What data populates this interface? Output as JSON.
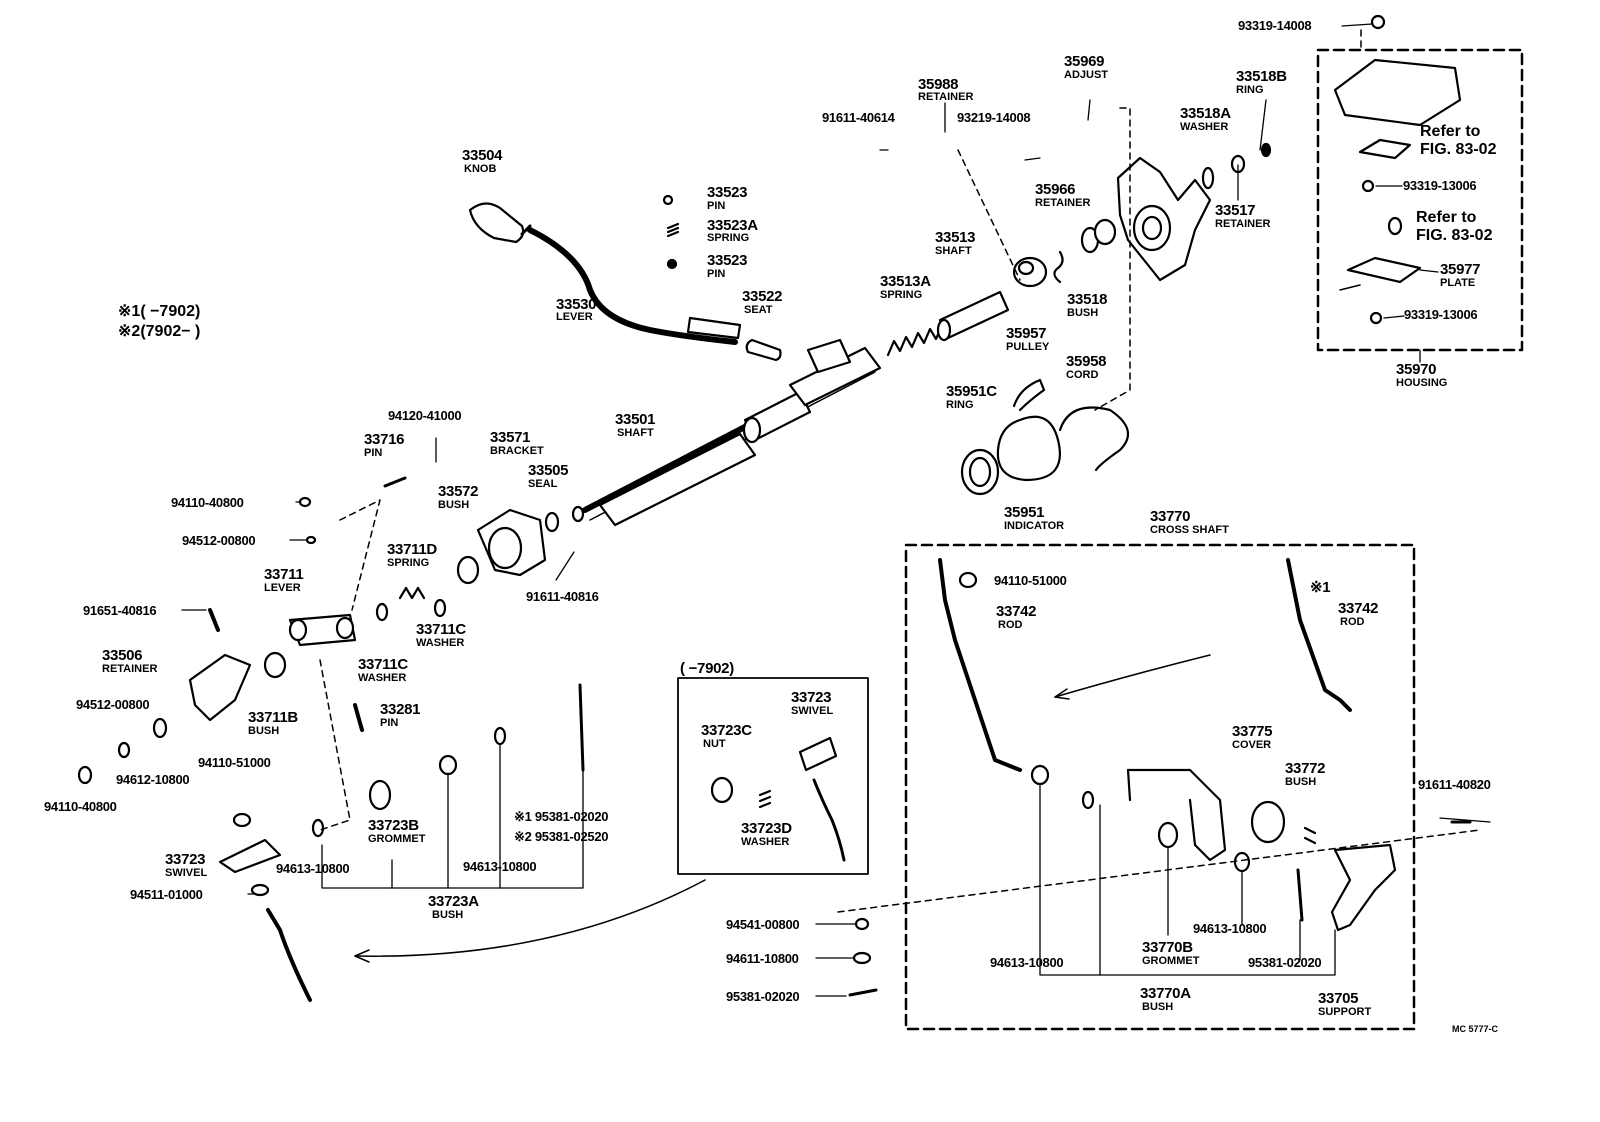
{
  "legend": {
    "l1_mark": "※1",
    "l1_text": "( −7902)",
    "l2_mark": "※2",
    "l2_text": "(7902− )"
  },
  "parts": {
    "p33504": {
      "pn": "33504",
      "name": "KNOB"
    },
    "p33530": {
      "pn": "33530",
      "name": "LEVER"
    },
    "p33523a": {
      "pn": "33523",
      "name": "PIN"
    },
    "p33523A": {
      "pn": "33523A",
      "name": "SPRING"
    },
    "p33523b": {
      "pn": "33523",
      "name": "PIN"
    },
    "p33522": {
      "pn": "33522",
      "name": "SEAT"
    },
    "p35988": {
      "pn": "35988",
      "name": "RETAINER"
    },
    "p91611_40614": {
      "pn": "91611-40614"
    },
    "p93219_14008": {
      "pn": "93219-14008"
    },
    "p35969": {
      "pn": "35969",
      "name": "ADJUST"
    },
    "p35966": {
      "pn": "35966",
      "name": "RETAINER"
    },
    "p33518A": {
      "pn": "33518A",
      "name": "WASHER"
    },
    "p33518B": {
      "pn": "33518B",
      "name": "RING"
    },
    "p33517": {
      "pn": "33517",
      "name": "RETAINER"
    },
    "p33518": {
      "pn": "33518",
      "name": "BUSH"
    },
    "p33513": {
      "pn": "33513",
      "name": "SHAFT"
    },
    "p33513A": {
      "pn": "33513A",
      "name": "SPRING"
    },
    "p35957": {
      "pn": "35957",
      "name": "PULLEY"
    },
    "p35958": {
      "pn": "35958",
      "name": "CORD"
    },
    "p35951C": {
      "pn": "35951C",
      "name": "RING"
    },
    "p35951": {
      "pn": "35951",
      "name": "INDICATOR"
    },
    "p33501": {
      "pn": "33501",
      "name": "SHAFT"
    },
    "p33571": {
      "pn": "33571",
      "name": "BRACKET"
    },
    "p33505": {
      "pn": "33505",
      "name": "SEAL"
    },
    "p33572": {
      "pn": "33572",
      "name": "BUSH"
    },
    "p94120_41000": {
      "pn": "94120-41000"
    },
    "p33716": {
      "pn": "33716",
      "name": "PIN"
    },
    "p94110_40800a": {
      "pn": "94110-40800"
    },
    "p94512_00800a": {
      "pn": "94512-00800"
    },
    "p91611_40816": {
      "pn": "91611-40816"
    },
    "p33711D": {
      "pn": "33711D",
      "name": "SPRING"
    },
    "p33711": {
      "pn": "33711",
      "name": "LEVER"
    },
    "p91651_40816": {
      "pn": "91651-40816"
    },
    "p33711Ca": {
      "pn": "33711C",
      "name": "WASHER"
    },
    "p33711Cb": {
      "pn": "33711C",
      "name": "WASHER"
    },
    "p33506": {
      "pn": "33506",
      "name": "RETAINER"
    },
    "p33711B": {
      "pn": "33711B",
      "name": "BUSH"
    },
    "p33281": {
      "pn": "33281",
      "name": "PIN"
    },
    "p94512_00800b": {
      "pn": "94512-00800"
    },
    "p94110_51000a": {
      "pn": "94110-51000"
    },
    "p94612_10800": {
      "pn": "94612-10800"
    },
    "p94110_40800b": {
      "pn": "94110-40800"
    },
    "p33723Ba": {
      "pn": "33723B",
      "name": "GROMMET"
    },
    "p33723": {
      "pn": "33723",
      "name": "SWIVEL"
    },
    "p94613_10800a": {
      "pn": "94613-10800"
    },
    "p94613_10800b": {
      "pn": "94613-10800"
    },
    "p33723A": {
      "pn": "33723A",
      "name": "BUSH"
    },
    "p94511_01000": {
      "pn": "94511-01000"
    },
    "p95381_02020a": {
      "mark": "※1",
      "pn": "95381-02020"
    },
    "p95381_02520": {
      "mark": "※2",
      "pn": "95381-02520"
    },
    "p33723_inset": {
      "pn": "33723",
      "name": "SWIVEL"
    },
    "p33723C": {
      "pn": "33723C",
      "name": "NUT"
    },
    "p33723D": {
      "pn": "33723D",
      "name": "WASHER"
    },
    "p33770": {
      "pn": "33770",
      "name": "CROSS SHAFT"
    },
    "p94110_51000b": {
      "pn": "94110-51000"
    },
    "p33742a": {
      "pn": "33742",
      "name": "ROD"
    },
    "p33742b": {
      "pn": "33742",
      "name": "ROD",
      "mark": "※1"
    },
    "p33775": {
      "pn": "33775",
      "name": "COVER"
    },
    "p33772": {
      "pn": "33772",
      "name": "BUSH"
    },
    "p91611_40820": {
      "pn": "91611-40820"
    },
    "p94541_00800": {
      "pn": "94541-00800"
    },
    "p94611_10800": {
      "pn": "94611-10800"
    },
    "p95381_02020b": {
      "pn": "95381-02020"
    },
    "p94613_10800c": {
      "pn": "94613-10800"
    },
    "p94613_10800d": {
      "pn": "94613-10800"
    },
    "p33770B": {
      "pn": "33770B",
      "name": "GROMMET"
    },
    "p95381_02020c": {
      "pn": "95381-02020"
    },
    "p33770A": {
      "pn": "33770A",
      "name": "BUSH"
    },
    "p33705": {
      "pn": "33705",
      "name": "SUPPORT"
    },
    "p93319_14008": {
      "pn": "93319-14008"
    },
    "p93319_13006a": {
      "pn": "93319-13006"
    },
    "p93319_13006b": {
      "pn": "93319-13006"
    },
    "p35977": {
      "pn": "35977",
      "name": "PLATE"
    },
    "p35970": {
      "pn": "35970",
      "name": "HOUSING"
    }
  },
  "refs": {
    "r1_line1": "Refer to",
    "r1_line2": "FIG. 83-02",
    "r2_line1": "Refer to",
    "r2_line2": "FIG. 83-02"
  },
  "inset": {
    "title": "( −7902)"
  },
  "footer_code": "MC 5777-C"
}
